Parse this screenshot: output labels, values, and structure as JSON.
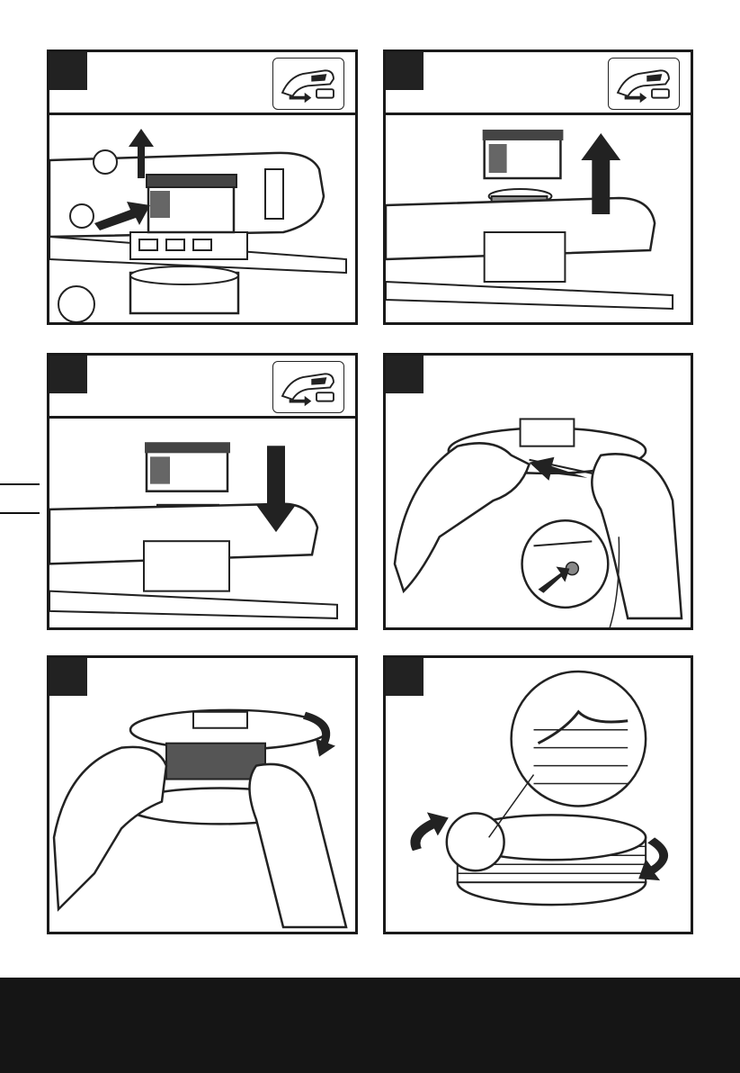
{
  "page": {
    "footer_text": ""
  },
  "panels": [
    {
      "id": "panel-1",
      "number": "",
      "has_header": true,
      "callouts": [
        "",
        ""
      ]
    },
    {
      "id": "panel-2",
      "number": "",
      "has_header": true
    },
    {
      "id": "panel-3",
      "number": "",
      "has_header": true
    },
    {
      "id": "panel-4",
      "number": "",
      "has_header": false
    },
    {
      "id": "panel-5",
      "number": "",
      "has_header": false
    },
    {
      "id": "panel-6",
      "number": "",
      "has_header": false
    }
  ],
  "icons": {
    "header_pictogram": "trimmer-head-removal-icon",
    "direction_arrow": "arrow-icon",
    "rotation_arrow": "rotate-arrow-icon"
  },
  "colors": {
    "border": "#1a1a1a",
    "footer": "#151515",
    "fill_dark": "#222222",
    "fill_light": "#ffffff"
  }
}
